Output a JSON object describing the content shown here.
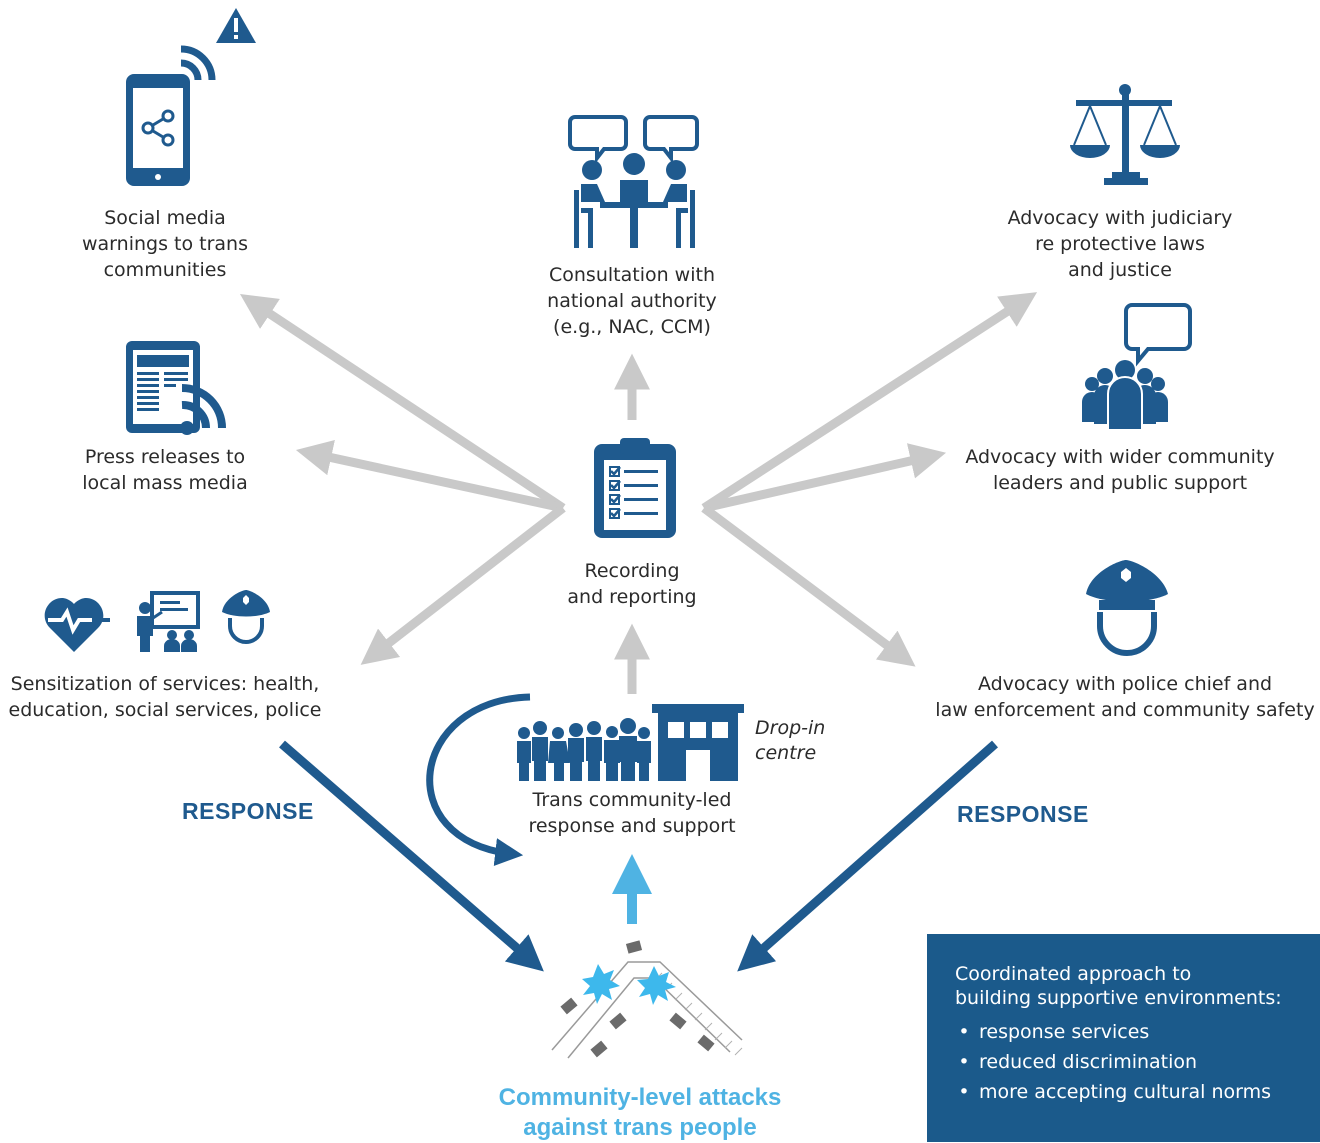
{
  "nodes": {
    "social_media": {
      "lines": [
        "Social  media",
        "warnings to trans",
        "communities"
      ]
    },
    "press": {
      "lines": [
        "Press releases to",
        "local mass media"
      ]
    },
    "sensitization": {
      "lines": [
        "Sensitization of services: health,",
        "education, social services, police"
      ]
    },
    "consultation": {
      "lines": [
        "Consultation with",
        "national authority",
        "(e.g., NAC, CCM)"
      ]
    },
    "recording": {
      "lines": [
        "Recording",
        "and reporting"
      ]
    },
    "trans_community": {
      "lines": [
        "Trans community-led",
        "response and support"
      ],
      "dropin": [
        "Drop-in",
        "centre"
      ]
    },
    "judiciary": {
      "lines": [
        "Advocacy with judiciary",
        "re protective laws",
        "and justice"
      ]
    },
    "community_leaders": {
      "lines": [
        "Advocacy with wider community",
        "leaders and public support"
      ]
    },
    "police": {
      "lines": [
        "Advocacy with police chief and",
        "law enforcement and community safety"
      ]
    },
    "attacks": {
      "lines": [
        "Community-level attacks",
        "against trans people"
      ]
    }
  },
  "response_left": "RESPONSE",
  "response_right": "RESPONSE",
  "legend": {
    "title_lines": [
      "Coordinated approach to",
      "building supportive environments:"
    ],
    "items": [
      "response services",
      "reduced discrimination",
      "more accepting cultural norms"
    ],
    "bullet": "•"
  },
  "colors": {
    "dark_blue": "#1f5a8e",
    "light_blue": "#4fb3e3",
    "grey_arrow": "#c9c9c9",
    "legend_bg": "#1b5a8b"
  },
  "icons": [
    "smartphone-share-icon",
    "wifi-icon",
    "warning-icon",
    "news-tablet-icon",
    "meeting-icon",
    "clipboard-checklist-icon",
    "scales-of-justice-icon",
    "community-speech-icon",
    "police-officer-icon",
    "heartbeat-icon",
    "classroom-icon",
    "people-group-icon",
    "building-icon",
    "street-attack-icon"
  ]
}
